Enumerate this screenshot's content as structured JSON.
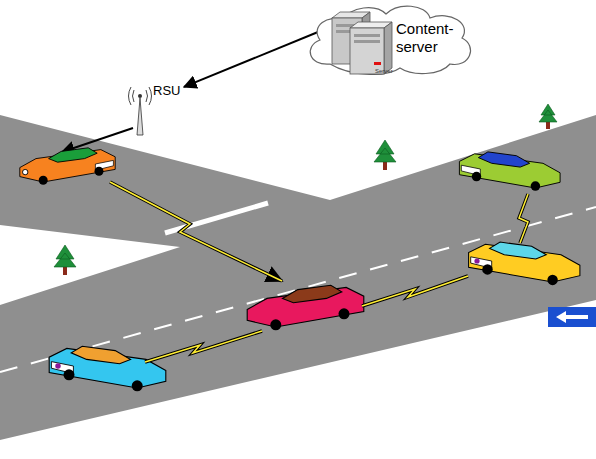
{
  "diagram": {
    "nodes": [
      {
        "text": [
          "Content-server"
        ]
      },
      {
        "text": [
          "RSU"
        ]
      }
    ],
    "edges": [
      {
        "from": 0,
        "to": 1,
        "arrow": "to"
      }
    ],
    "labels": [
      "Server"
    ]
  }
}
